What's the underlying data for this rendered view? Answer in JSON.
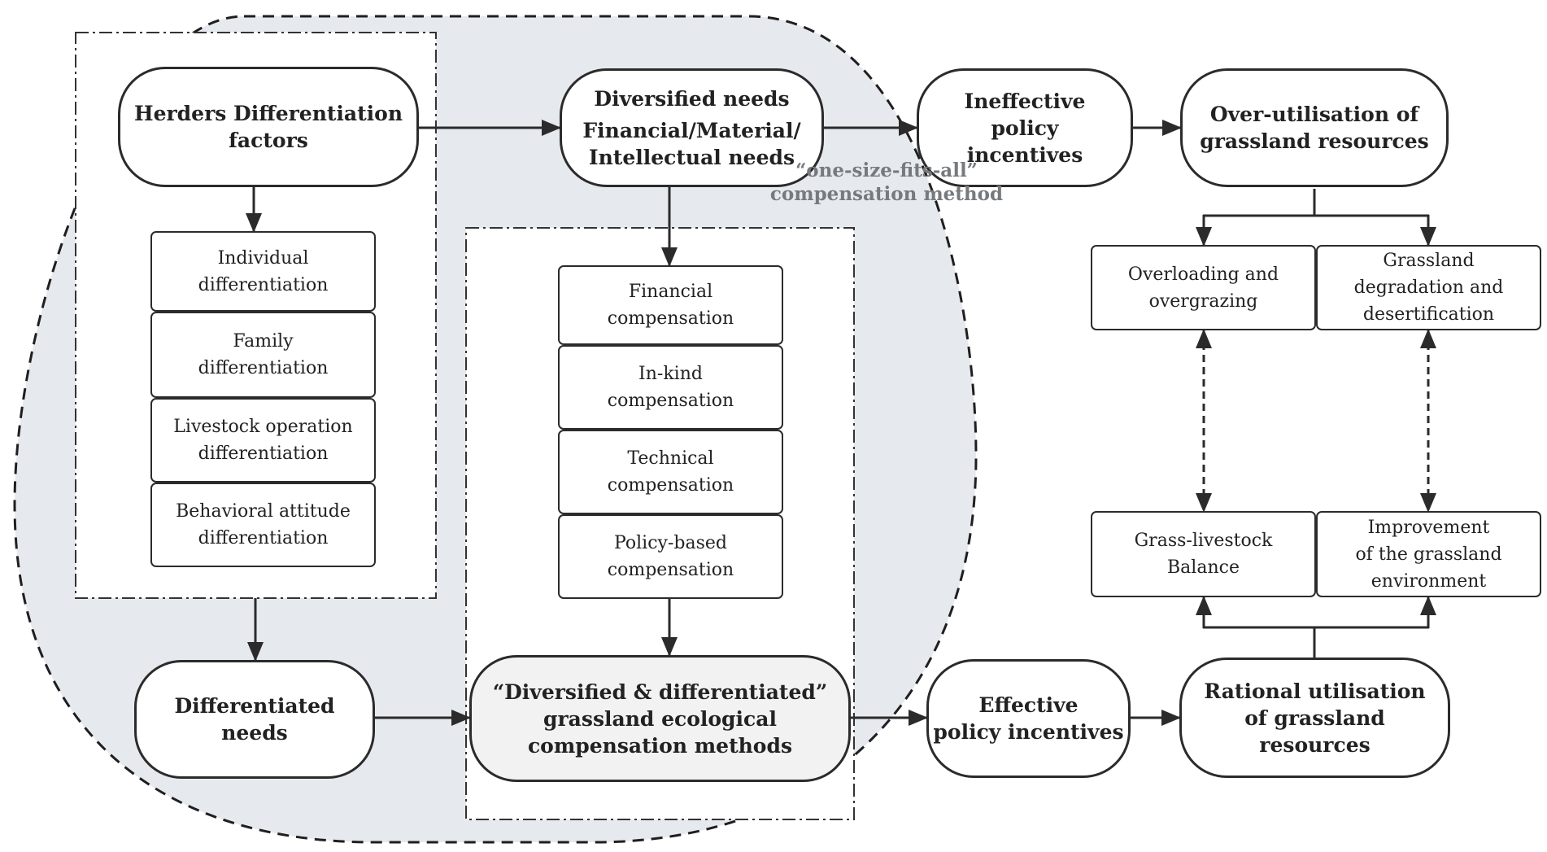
{
  "nodes": {
    "herders_factors": "Herders Differentiation\nfactors",
    "diversified_needs_title": "Diversified needs",
    "diversified_needs_detail": "Financial/Material/\nIntellectual needs",
    "ineffective_incentives": "Ineffective\npolicy\nincentives",
    "over_utilisation": "Over-utilisation of\ngrassland resources",
    "one_size_label": "“one-size-fits-all”\ncompensation method",
    "differentiated_needs": "Differentiated\nneeds",
    "diversified_methods": "“Diversified & differentiated”\ngrassland ecological\ncompensation methods",
    "effective_incentives": "Effective\npolicy incentives",
    "rational_utilisation": "Rational utilisation\nof grassland\nresources"
  },
  "differentiation_items": [
    "Individual\ndifferentiation",
    "Family\ndifferentiation",
    "Livestock operation\ndifferentiation",
    "Behavioral attitude\ndifferentiation"
  ],
  "compensation_items": [
    "Financial\ncompensation",
    "In-kind\ncompensation",
    "Technical\ncompensation",
    "Policy-based\ncompensation"
  ],
  "problems": [
    "Overloading and\novergrazing",
    "Grassland\ndegradation and\ndesertification"
  ],
  "outcomes": [
    "Grass-livestock\nBalance",
    "Improvement\nof the grassland\nenvironment"
  ],
  "colors": {
    "line": "#2b2b2b",
    "ellipse_fill": "#e6e9ee",
    "shaded_node": "#f2f2f2",
    "overlay_text": "#777a7d"
  }
}
